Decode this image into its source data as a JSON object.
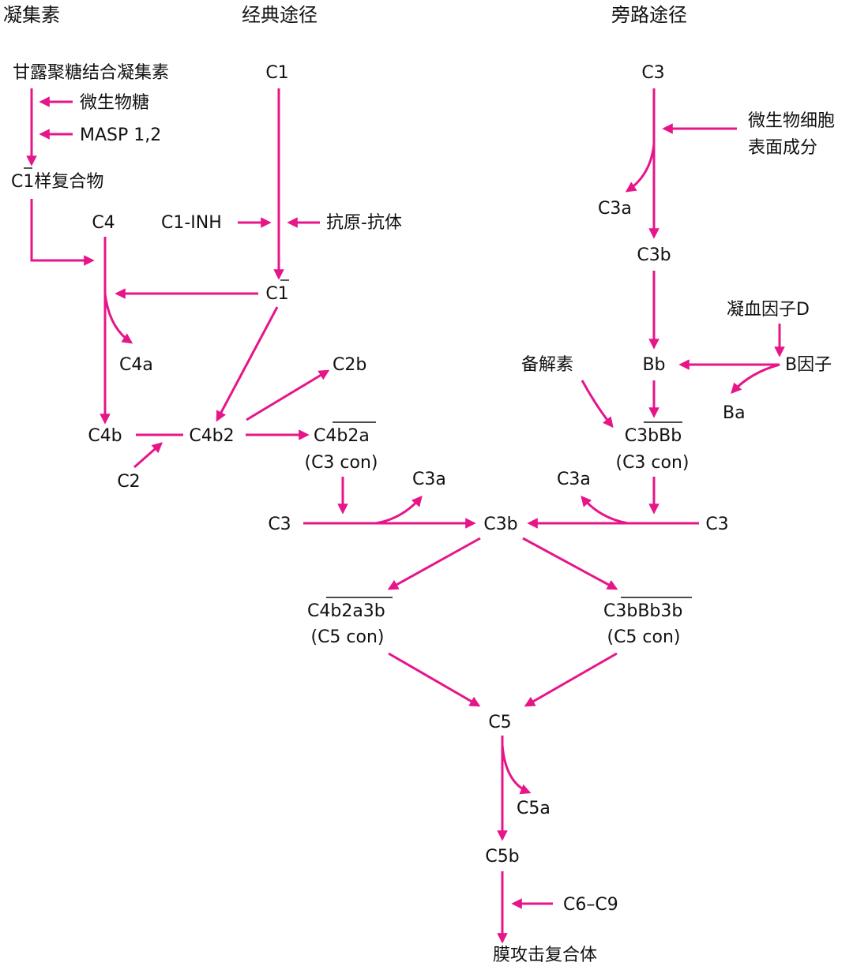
{
  "headers": {
    "lectin": "凝集素",
    "classical": "经典途径",
    "alternative": "旁路途径"
  },
  "nodes": {
    "mbl": "甘露聚糖结合凝集素",
    "microbial_sugar": "微生物糖",
    "masp": "MASP 1,2",
    "c1_like": "C1样复合物",
    "c4": "C4",
    "c4a": "C4a",
    "c4b": "C4b",
    "c2": "C2",
    "c1": "C1",
    "c1_inh": "C1-INH",
    "antigen_antibody": "抗原-抗体",
    "c1_bar": "C1",
    "c4b2": "C4b2",
    "c2b": "C2b",
    "c4b2a": "C4b2a",
    "c3_con_left": "(C3 con)",
    "c3_left": "C3",
    "c3a_left": "C3a",
    "c3b_center": "C3b",
    "c3a_right": "C3a",
    "c3_right": "C3",
    "c3_alt": "C3",
    "microbe_surface_1": "微生物细胞",
    "microbe_surface_2": "表面成分",
    "c3a_alt": "C3a",
    "c3b_alt": "C3b",
    "factor_d": "凝血因子D",
    "properdin": "备解素",
    "bb": "Bb",
    "factor_b": "B因子",
    "ba": "Ba",
    "c3bbb": "C3bBb",
    "c3_con_right": "(C3 con)",
    "c4b2a3b": "C4b2a3b",
    "c5_con_left": "(C5 con)",
    "c3bbb3b": "C3bBb3b",
    "c5_con_right": "(C5 con)",
    "c5": "C5",
    "c5a": "C5a",
    "c5b": "C5b",
    "c6_c9": "C6–C9",
    "mac": "膜攻击复合体"
  },
  "colors": {
    "arrow": "#e6158a",
    "text": "#111111"
  }
}
